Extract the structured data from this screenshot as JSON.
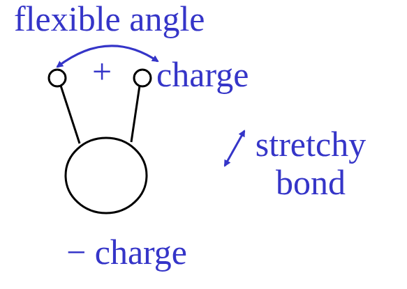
{
  "diagram": {
    "labels": [
      "flexible angle",
      "+",
      "charge",
      "stretchy bond",
      "− charge"
    ]
  }
}
